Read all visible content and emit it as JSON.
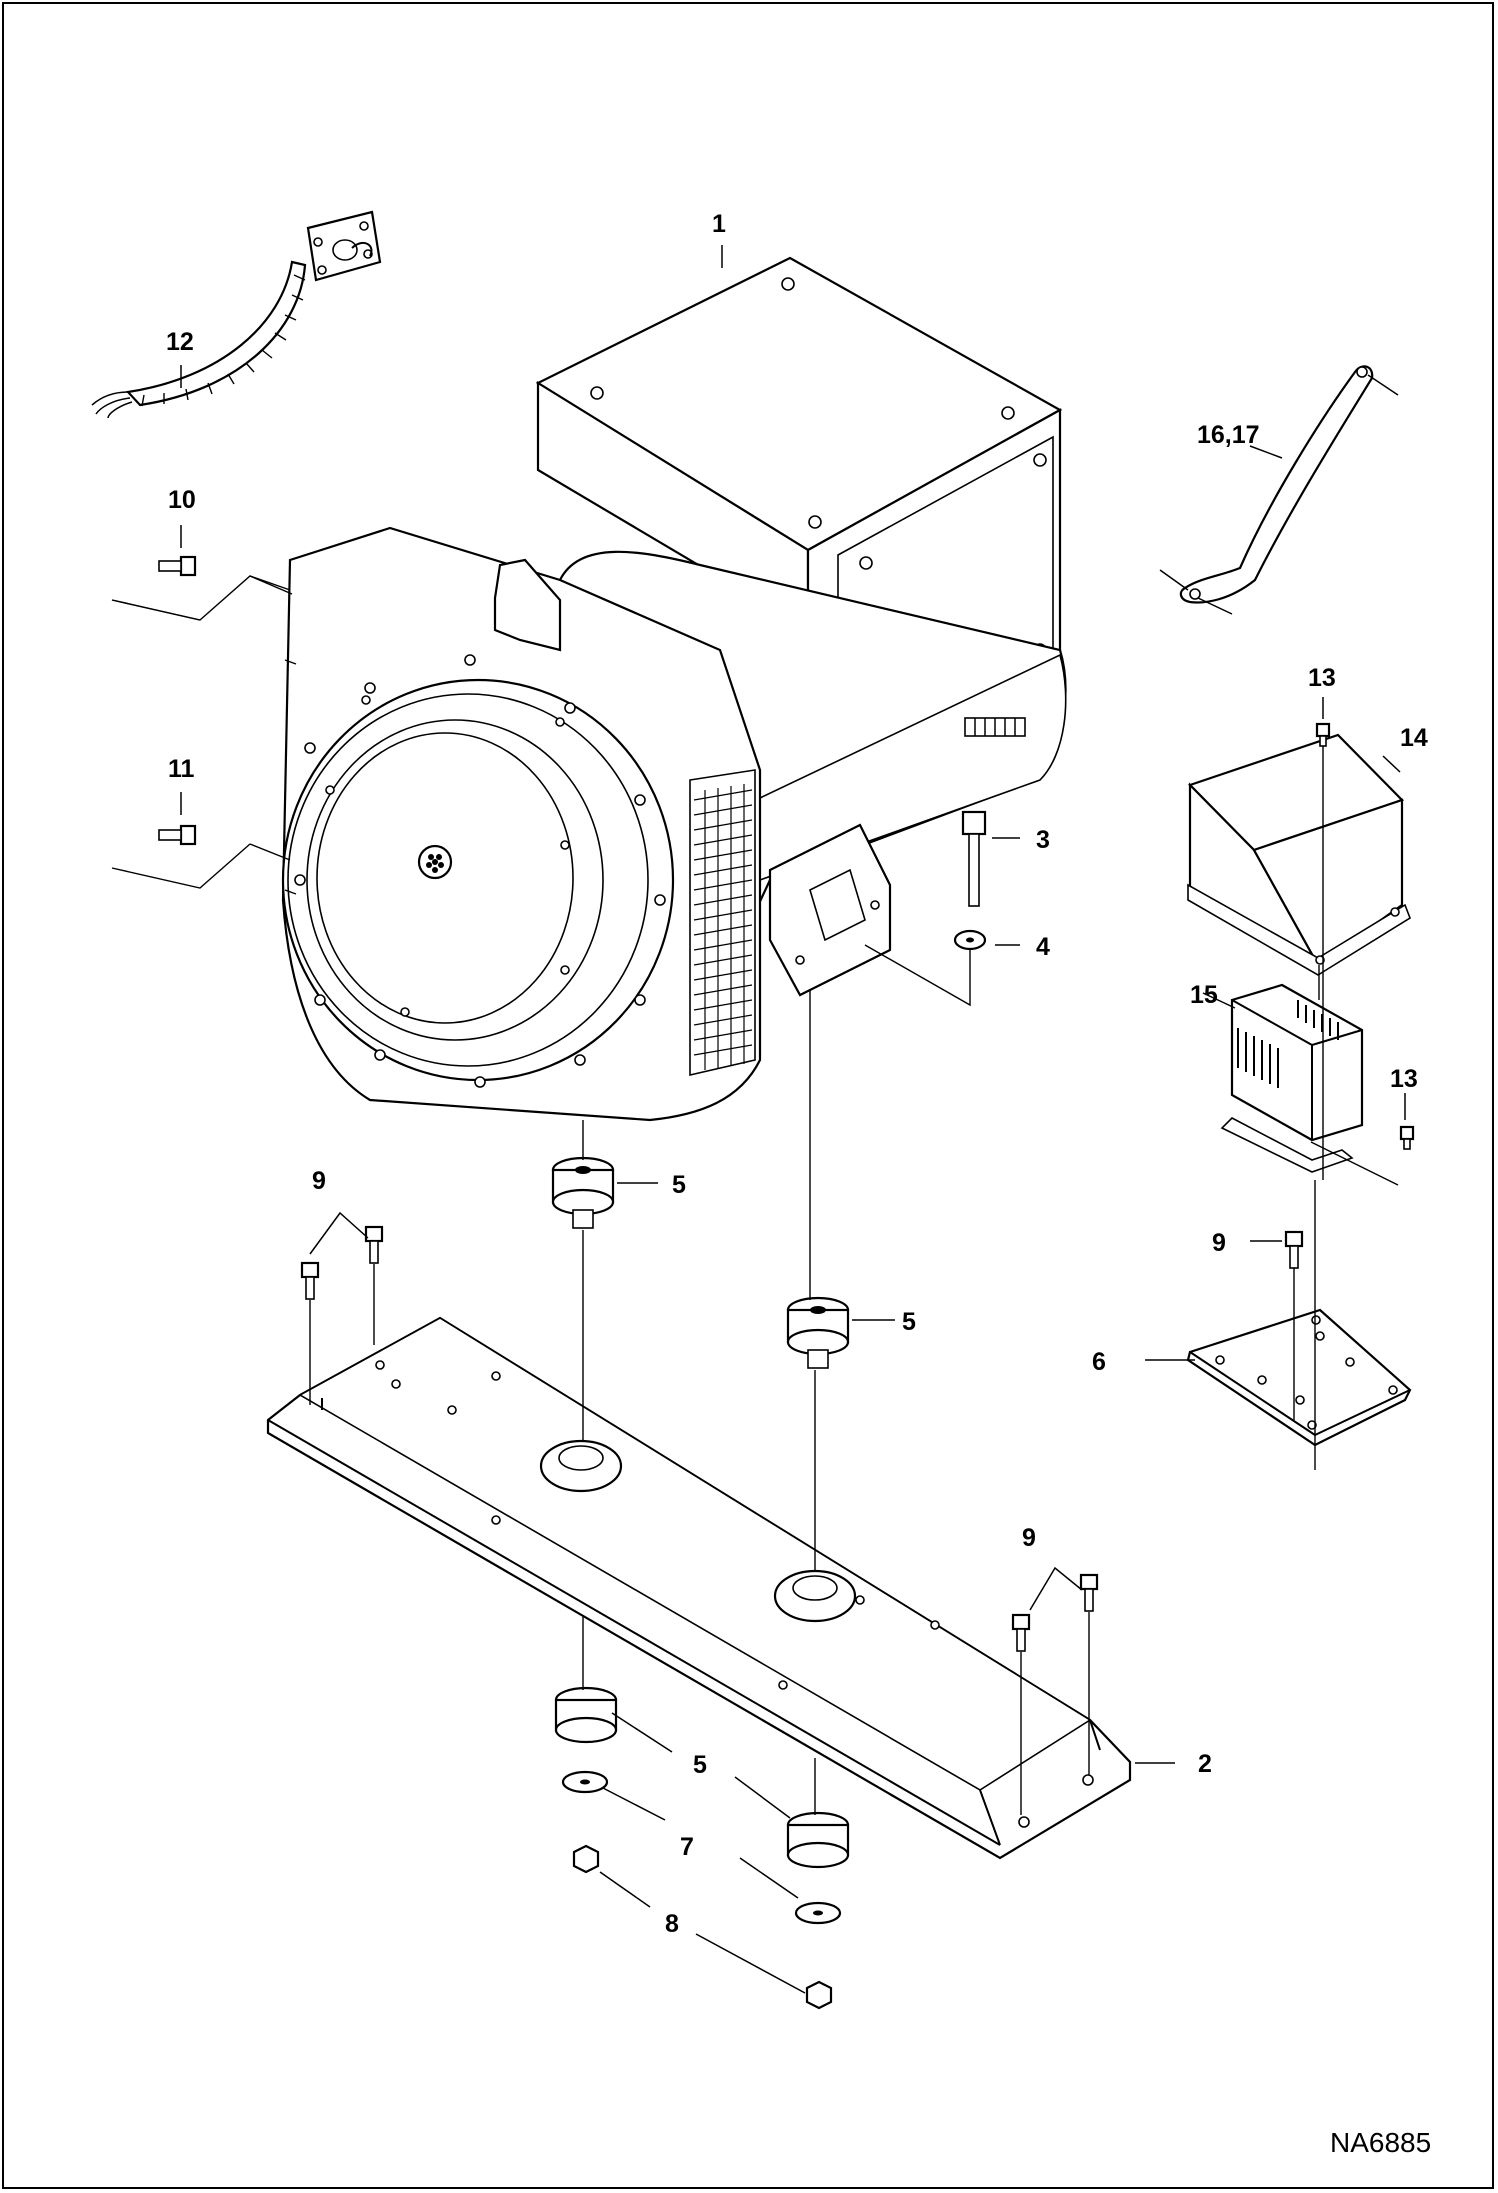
{
  "diagram": {
    "drawing_code": "NA6885",
    "callouts": [
      "1",
      "2",
      "3",
      "4",
      "5",
      "5",
      "5",
      "5",
      "6",
      "7",
      "8",
      "9",
      "9",
      "9",
      "10",
      "11",
      "12",
      "13",
      "13",
      "14",
      "15",
      "16,17"
    ]
  }
}
